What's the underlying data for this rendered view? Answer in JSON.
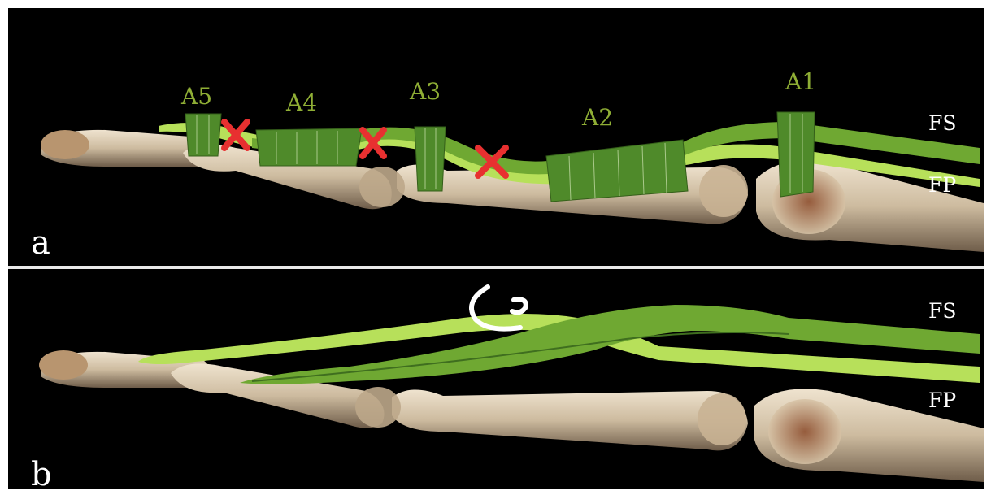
{
  "panel_a": {
    "label": "a",
    "pulleys": [
      "A5",
      "A4",
      "A3",
      "A2",
      "A1"
    ],
    "tendons": {
      "superficialis": "FS",
      "profundus": "FP"
    }
  },
  "panel_b": {
    "label": "b",
    "tendons": {
      "superficialis": "FS",
      "profundus": "FP"
    }
  },
  "colors": {
    "background": "#000000",
    "bone": "#d9cbb4",
    "fs_tendon": "#6fa832",
    "fp_tendon": "#b7e05a",
    "pulley": "#4f8a2a",
    "rupture_mark": "#e83030",
    "divider": "#e9e9e9"
  }
}
